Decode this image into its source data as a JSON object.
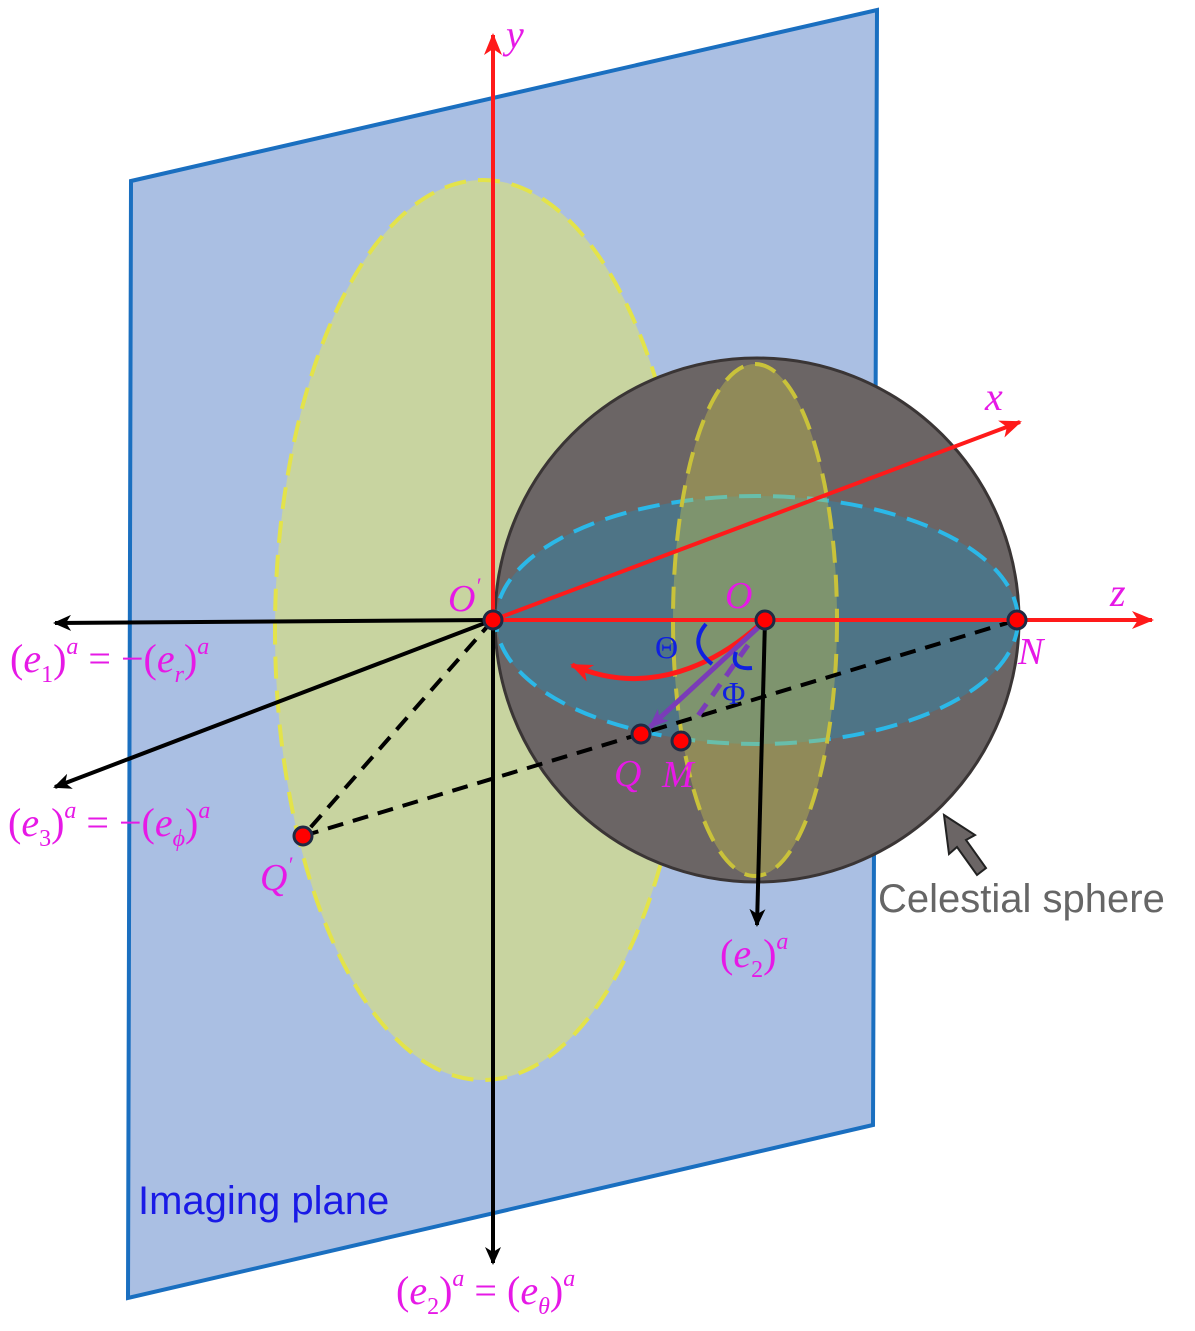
{
  "colors": {
    "plane": "#aabfe3",
    "plane_border": "#1a6fc0",
    "axis": "#ff1a1a",
    "label": "#e619e6",
    "sphere": "#6b6565",
    "angle": "#1020e0"
  },
  "axes": {
    "y": "y",
    "x": "x",
    "z": "z"
  },
  "points": {
    "o_prime": "O",
    "prime": "′",
    "o": "O",
    "n": "N",
    "q": "Q",
    "m": "M",
    "q_prime": "Q"
  },
  "angles": {
    "theta": "Θ",
    "phi": "Φ"
  },
  "vectors": {
    "e1": {
      "lp": "(",
      "e": "e",
      "sub": "1",
      "rp": ")",
      "sup": "a",
      "eq": " = −(",
      "e2": "e",
      "sub2": "r",
      "rp2": ")",
      "sup2": "a"
    },
    "e3": {
      "lp": "(",
      "e": "e",
      "sub": "3",
      "rp": ")",
      "sup": "a",
      "eq": " = −(",
      "e2": "e",
      "sub2": "ϕ",
      "rp2": ")",
      "sup2": "a"
    },
    "e2_sphere": {
      "lp": "(",
      "e": "e",
      "sub": "2",
      "rp": ")",
      "sup": "a"
    },
    "e2_bottom": {
      "lp": "(",
      "e": "e",
      "sub": "2",
      "rp": ")",
      "sup": "a",
      "eq": " = (",
      "e2": "e",
      "sub2": "θ",
      "rp2": ")",
      "sup2": "a"
    }
  },
  "labels": {
    "celestial_sphere": "Celestial sphere",
    "imaging_plane": "Imaging plane"
  }
}
